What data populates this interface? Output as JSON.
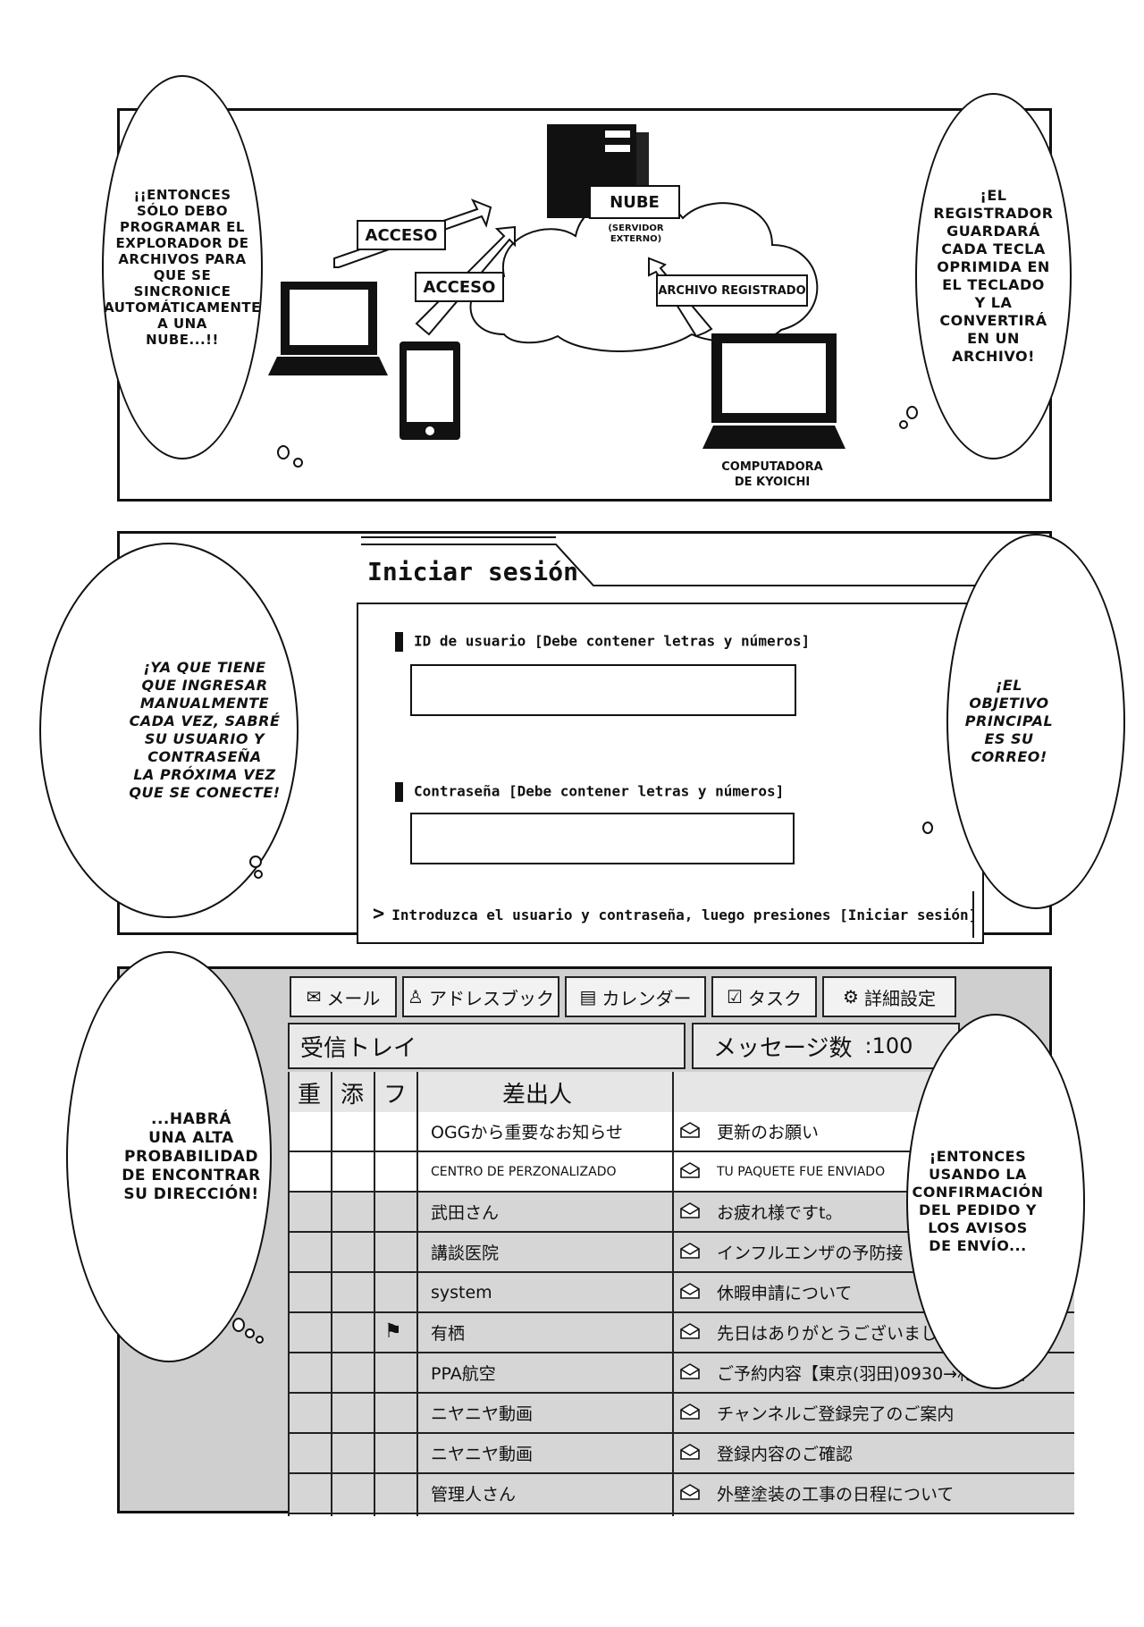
{
  "panel1": {
    "left_bubble": "¡¡ENTONCES\nSÓLO DEBO\nPROGRAMAR EL\nEXPLORADOR DE\nARCHIVOS PARA\nQUE SE\nSINCRONICE\nAUTOMÁTICAMENTE\nA UNA\nNUBE...!!",
    "right_bubble": "¡EL\nREGISTRADOR\nGUARDARÁ\nCADA TECLA\nOPRIMIDA EN\nEL TECLADO\nY LA\nCONVERTIRÁ\nEN UN\nARCHIVO!",
    "access_label_1": "ACCESO",
    "access_label_2": "ACCESO",
    "cloud_label": "NUBE",
    "cloud_sub": "(SERVIDOR\nEXTERNO)",
    "file_label": "ARCHIVO REGISTRADO",
    "pc_caption": "COMPUTADORA\nDE KYOICHI"
  },
  "panel2": {
    "left_bubble": "¡YA QUE TIENE\nQUE INGRESAR\nMANUALMENTE\nCADA VEZ, SABRÉ\nSU USUARIO Y\nCONTRASEÑA\nLA PRÓXIMA VEZ\nQUE SE CONECTE!",
    "right_bubble": "¡EL\nOBJETIVO\nPRINCIPAL\nES SU\nCORREO!",
    "login_title": "Iniciar sesión",
    "user_label": "ID de usuario [Debe contener letras y números]",
    "pass_label": "Contraseña [Debe contener letras y números]",
    "hint": "Introduzca el usuario y contraseña, luego presiones [Iniciar sesión]",
    "hint_arrow": ">"
  },
  "panel3": {
    "left_bubble": "...HABRÁ\nUNA ALTA\nPROBABILIDAD\nDE ENCONTRAR\nSU DIRECCIÓN!",
    "right_bubble": "¡ENTONCES\nUSANDO LA\nCONFIRMACIÓN\nDEL PEDIDO Y\nLOS AVISOS\nDE ENVÍO...",
    "tabs": [
      {
        "label": "メール",
        "icon": "✉"
      },
      {
        "label": "アドレスブック",
        "icon": "♙"
      },
      {
        "label": "カレンダー",
        "icon": "▤"
      },
      {
        "label": "タスク",
        "icon": "☑"
      },
      {
        "label": "詳細設定",
        "icon": "⚙"
      }
    ],
    "inbox_title": "受信トレイ",
    "message_count_label": "メッセージ数",
    "message_count_value": ":100",
    "col_heads": [
      "重",
      "添",
      "フ",
      "差出人"
    ],
    "rows": [
      {
        "sender": "OGGから重要なお知らせ",
        "subject": "更新のお願い",
        "flag": ""
      },
      {
        "sender": "CENTRO DE PERZONALIZADO",
        "subject": "TU PAQUETE FUE ENVIADO",
        "flag": ""
      },
      {
        "sender": "武田さん",
        "subject": "お疲れ様ですt。",
        "flag": ""
      },
      {
        "sender": "講談医院",
        "subject": "インフルエンザの予防接",
        "flag": ""
      },
      {
        "sender": "system",
        "subject": "休暇申請について",
        "flag": ""
      },
      {
        "sender": "有栖",
        "subject": "先日はありがとうございました",
        "flag": "⚑"
      },
      {
        "sender": "PPA航空",
        "subject": "ご予約内容【東京(羽田)0930→札幌(新千",
        "flag": ""
      },
      {
        "sender": "ニヤニヤ動画",
        "subject": "チャンネルご登録完了のご案内",
        "flag": ""
      },
      {
        "sender": "ニヤニヤ動画",
        "subject": "登録内容のご確認",
        "flag": ""
      },
      {
        "sender": "管理人さん",
        "subject": "外壁塗装の工事の日程について",
        "flag": ""
      }
    ]
  }
}
